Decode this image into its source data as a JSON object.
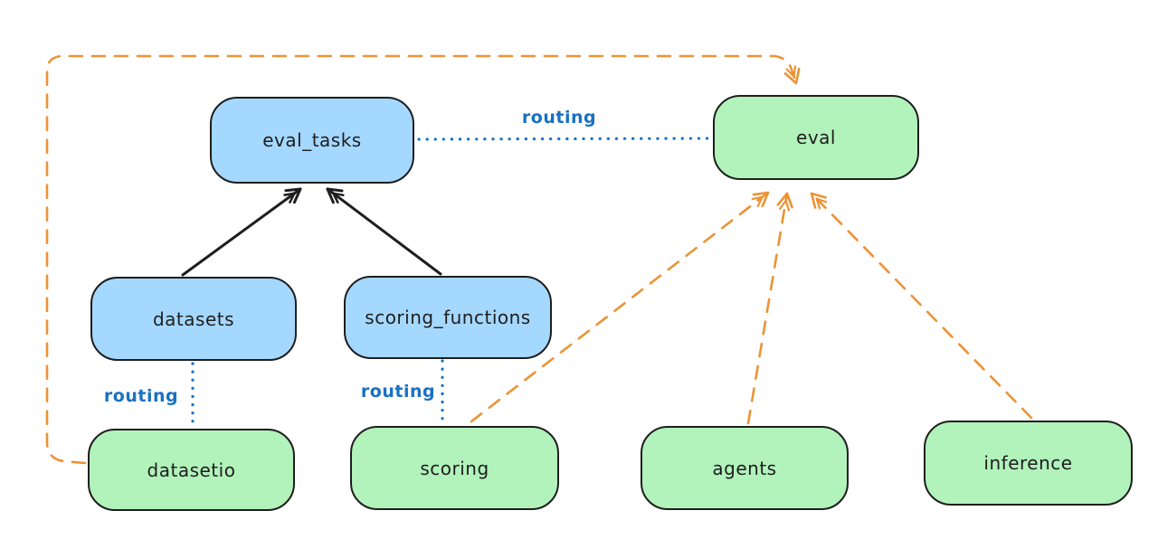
{
  "diagram": {
    "background": "#ffffff",
    "colors": {
      "node_stroke": "#1e1e1e",
      "api_fill_blue": "#a5d8ff",
      "provider_fill_green": "#b2f2bb",
      "routing_blue": "#1971c2",
      "dashed_orange": "#ec9335",
      "solid_black": "#1e1e1e"
    },
    "nodes": [
      {
        "id": "eval_tasks",
        "label": "eval_tasks",
        "fill": "#a5d8ff"
      },
      {
        "id": "eval",
        "label": "eval",
        "fill": "#b2f2bb"
      },
      {
        "id": "datasets",
        "label": "datasets",
        "fill": "#a5d8ff"
      },
      {
        "id": "scoring_functions",
        "label": "scoring_functions",
        "fill": "#a5d8ff"
      },
      {
        "id": "datasetio",
        "label": "datasetio",
        "fill": "#b2f2bb"
      },
      {
        "id": "scoring",
        "label": "scoring",
        "fill": "#b2f2bb"
      },
      {
        "id": "agents",
        "label": "agents",
        "fill": "#b2f2bb"
      },
      {
        "id": "inference",
        "label": "inference",
        "fill": "#b2f2bb"
      }
    ],
    "edges": [
      {
        "from": "datasets",
        "to": "eval_tasks",
        "style": "solid",
        "color": "#1e1e1e",
        "arrow": true,
        "label": ""
      },
      {
        "from": "scoring_functions",
        "to": "eval_tasks",
        "style": "solid",
        "color": "#1e1e1e",
        "arrow": true,
        "label": ""
      },
      {
        "from": "eval_tasks",
        "to": "eval",
        "style": "dotted",
        "color": "#1971c2",
        "arrow": false,
        "label": "routing"
      },
      {
        "from": "datasets",
        "to": "datasetio",
        "style": "dotted",
        "color": "#1971c2",
        "arrow": false,
        "label": "routing"
      },
      {
        "from": "scoring_functions",
        "to": "scoring",
        "style": "dotted",
        "color": "#1971c2",
        "arrow": false,
        "label": "routing"
      },
      {
        "from": "datasetio",
        "to": "eval",
        "style": "dashed",
        "color": "#ec9335",
        "arrow": true,
        "label": ""
      },
      {
        "from": "scoring",
        "to": "eval",
        "style": "dashed",
        "color": "#ec9335",
        "arrow": true,
        "label": ""
      },
      {
        "from": "agents",
        "to": "eval",
        "style": "dashed",
        "color": "#ec9335",
        "arrow": true,
        "label": ""
      },
      {
        "from": "inference",
        "to": "eval",
        "style": "dashed",
        "color": "#ec9335",
        "arrow": true,
        "label": ""
      }
    ]
  }
}
